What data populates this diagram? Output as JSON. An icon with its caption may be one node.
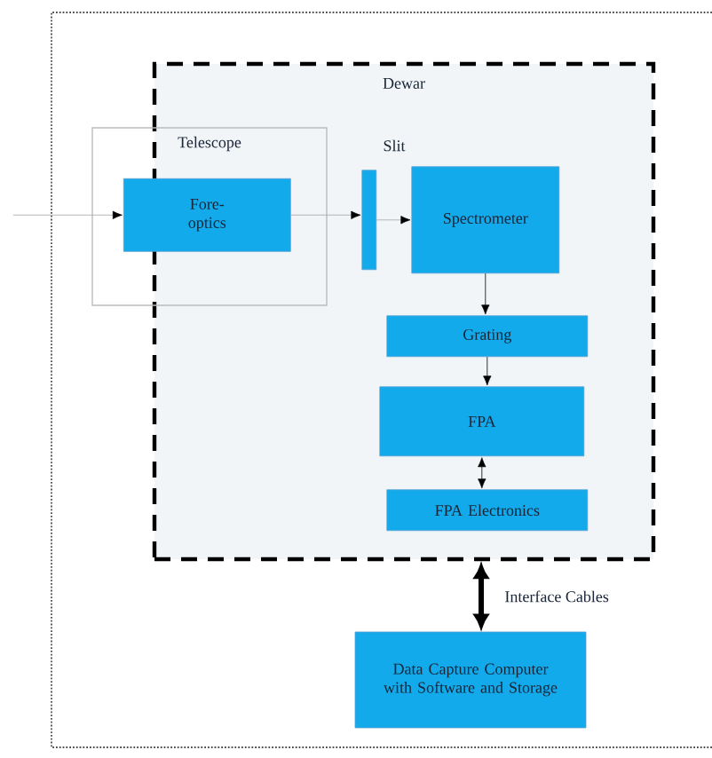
{
  "diagram": {
    "nodes": [
      {
        "text": [
          "Dewar"
        ]
      },
      {
        "text": [
          "Telescope"
        ]
      },
      {
        "text": [
          "Fore- optics"
        ],
        "in": 1
      },
      {
        "text": [
          "Slit"
        ],
        "in": 0
      },
      {
        "text": [
          "Spectrometer"
        ],
        "in": 0
      },
      {
        "text": [
          "Grating"
        ],
        "in": 0
      },
      {
        "text": [
          "FPA"
        ],
        "in": 0
      },
      {
        "text": [
          "FPA Electronics"
        ],
        "in": 0
      },
      {
        "text": [
          "Data Capture Computer with Software and Storage"
        ]
      }
    ],
    "edges": [
      {
        "from": null,
        "to": 2,
        "arrow": "to",
        "color": "#a6a6a6"
      },
      {
        "from": 2,
        "to": 3,
        "arrow": "to",
        "color": "#a6a6a6"
      },
      {
        "from": 3,
        "to": 4,
        "arrow": "to",
        "color": "#a6a6a6"
      },
      {
        "from": 4,
        "to": 5,
        "arrow": "to"
      },
      {
        "from": 5,
        "to": 6,
        "arrow": "to"
      },
      {
        "from": 6,
        "to": 7,
        "arrow": "both"
      },
      {
        "from": 0,
        "to": 8,
        "arrow": "both",
        "label": "Interface Cables",
        "style": "thick"
      }
    ]
  }
}
